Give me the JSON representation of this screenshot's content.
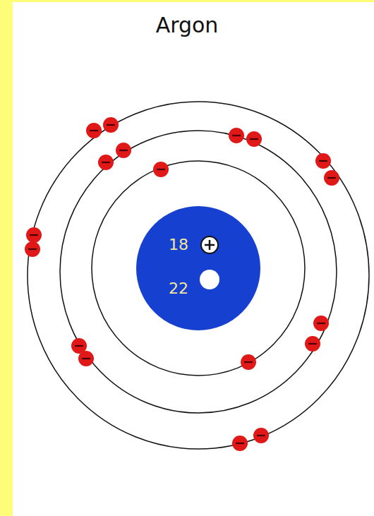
{
  "diagram": {
    "title": "Argon",
    "nodes": [
      {
        "text": [
          "18",
          "22"
        ]
      }
    ]
  }
}
